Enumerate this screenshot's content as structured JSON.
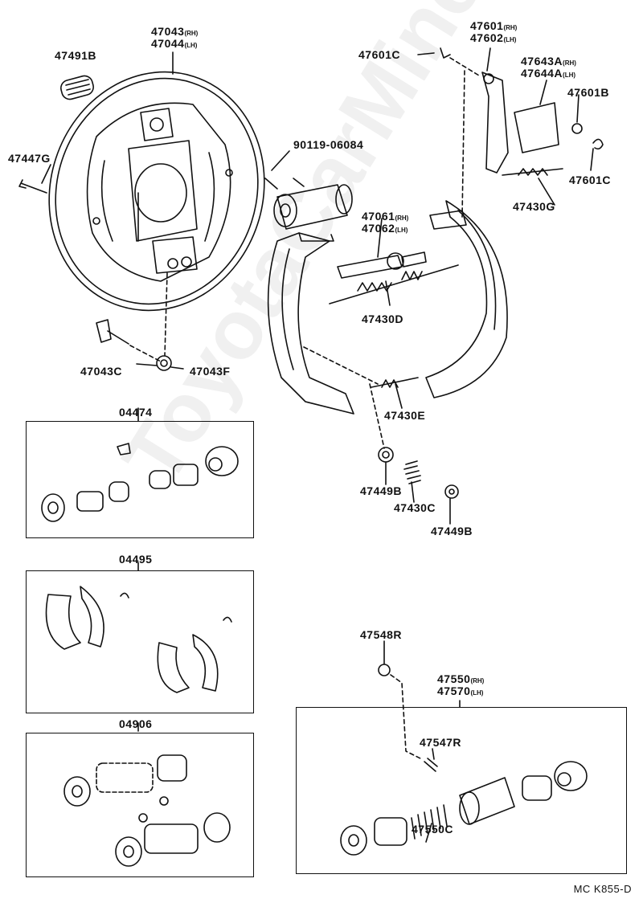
{
  "watermark": "ToyotaCarMine.ru",
  "footer": "MC  K855-D",
  "parts": {
    "p47043": "47043",
    "p47043_s": "(RH)",
    "p47044": "47044",
    "p47044_s": "(LH)",
    "p47491B": "47491B",
    "p47447G": "47447G",
    "p90119": "90119-06084",
    "p47601C_a": "47601C",
    "p47601": "47601",
    "p47601_s": "(RH)",
    "p47602": "47602",
    "p47602_s": "(LH)",
    "p47643A": "47643A",
    "p47643A_s": "(RH)",
    "p47644A": "47644A",
    "p47644A_s": "(LH)",
    "p47601B": "47601B",
    "p47601C_b": "47601C",
    "p47430G": "47430G",
    "p47061": "47061",
    "p47061_s": "(RH)",
    "p47062": "47062",
    "p47062_s": "(LH)",
    "p47430D": "47430D",
    "p47043C": "47043C",
    "p47043F": "47043F",
    "p47430E": "47430E",
    "p47449B_a": "47449B",
    "p47430C": "47430C",
    "p47449B_b": "47449B",
    "p47548R": "47548R",
    "p47550": "47550",
    "p47550_s": "(RH)",
    "p47570": "47570",
    "p47570_s": "(LH)",
    "p47547R": "47547R",
    "p47550C": "47550C"
  },
  "kits": {
    "k04474": "04474",
    "k04495": "04495",
    "k04906": "04906"
  }
}
